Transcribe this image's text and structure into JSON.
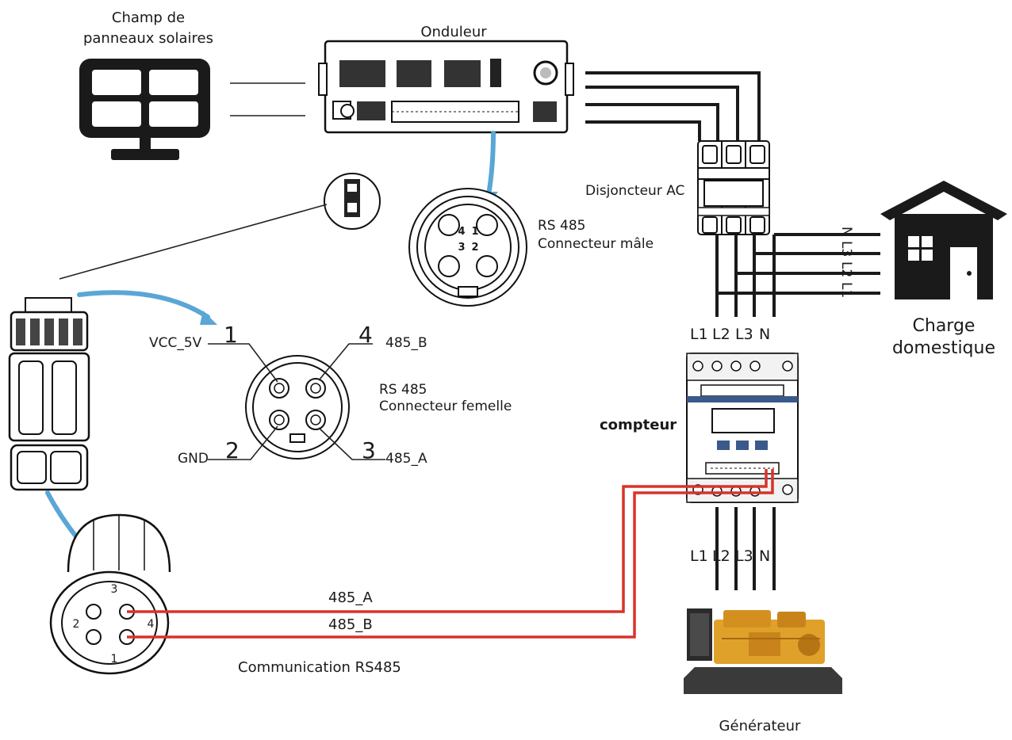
{
  "labels": {
    "solar_field_line1": "Champ de",
    "solar_field_line2": "panneaux solaires",
    "inverter": "Onduleur",
    "ac_breaker": "Disjoncteur AC",
    "male_line1": "RS 485",
    "male_line2": "Connecteur mâle",
    "female_line1": "RS 485",
    "female_line2": "Connecteur femelle",
    "house_line1": "Charge",
    "house_line2": "domestique",
    "meter": "compteur",
    "generator": "Générateur",
    "communication": "Communication RS485"
  },
  "pins": {
    "vcc": "VCC_5V",
    "gnd": "GND",
    "b": "485_B",
    "a": "485_A",
    "n1": "1",
    "n2": "2",
    "n3": "3",
    "n4": "4"
  },
  "male_pins": [
    "4",
    "1",
    "3",
    "2"
  ],
  "plug_pins": [
    "3",
    "2",
    "4",
    "1"
  ],
  "phases_top": [
    "L1",
    "L2",
    "L3",
    "N"
  ],
  "phases_bottom": [
    "L1",
    "L2",
    "L3",
    "N"
  ],
  "house_phases": [
    "N",
    "L3",
    "L2",
    "L1"
  ],
  "wires": {
    "a": "485_A",
    "b": "485_B"
  },
  "colors": {
    "rs485_wire": "#d8332a",
    "arrow": "#5aa6d6",
    "generator": "#e0a12a"
  }
}
